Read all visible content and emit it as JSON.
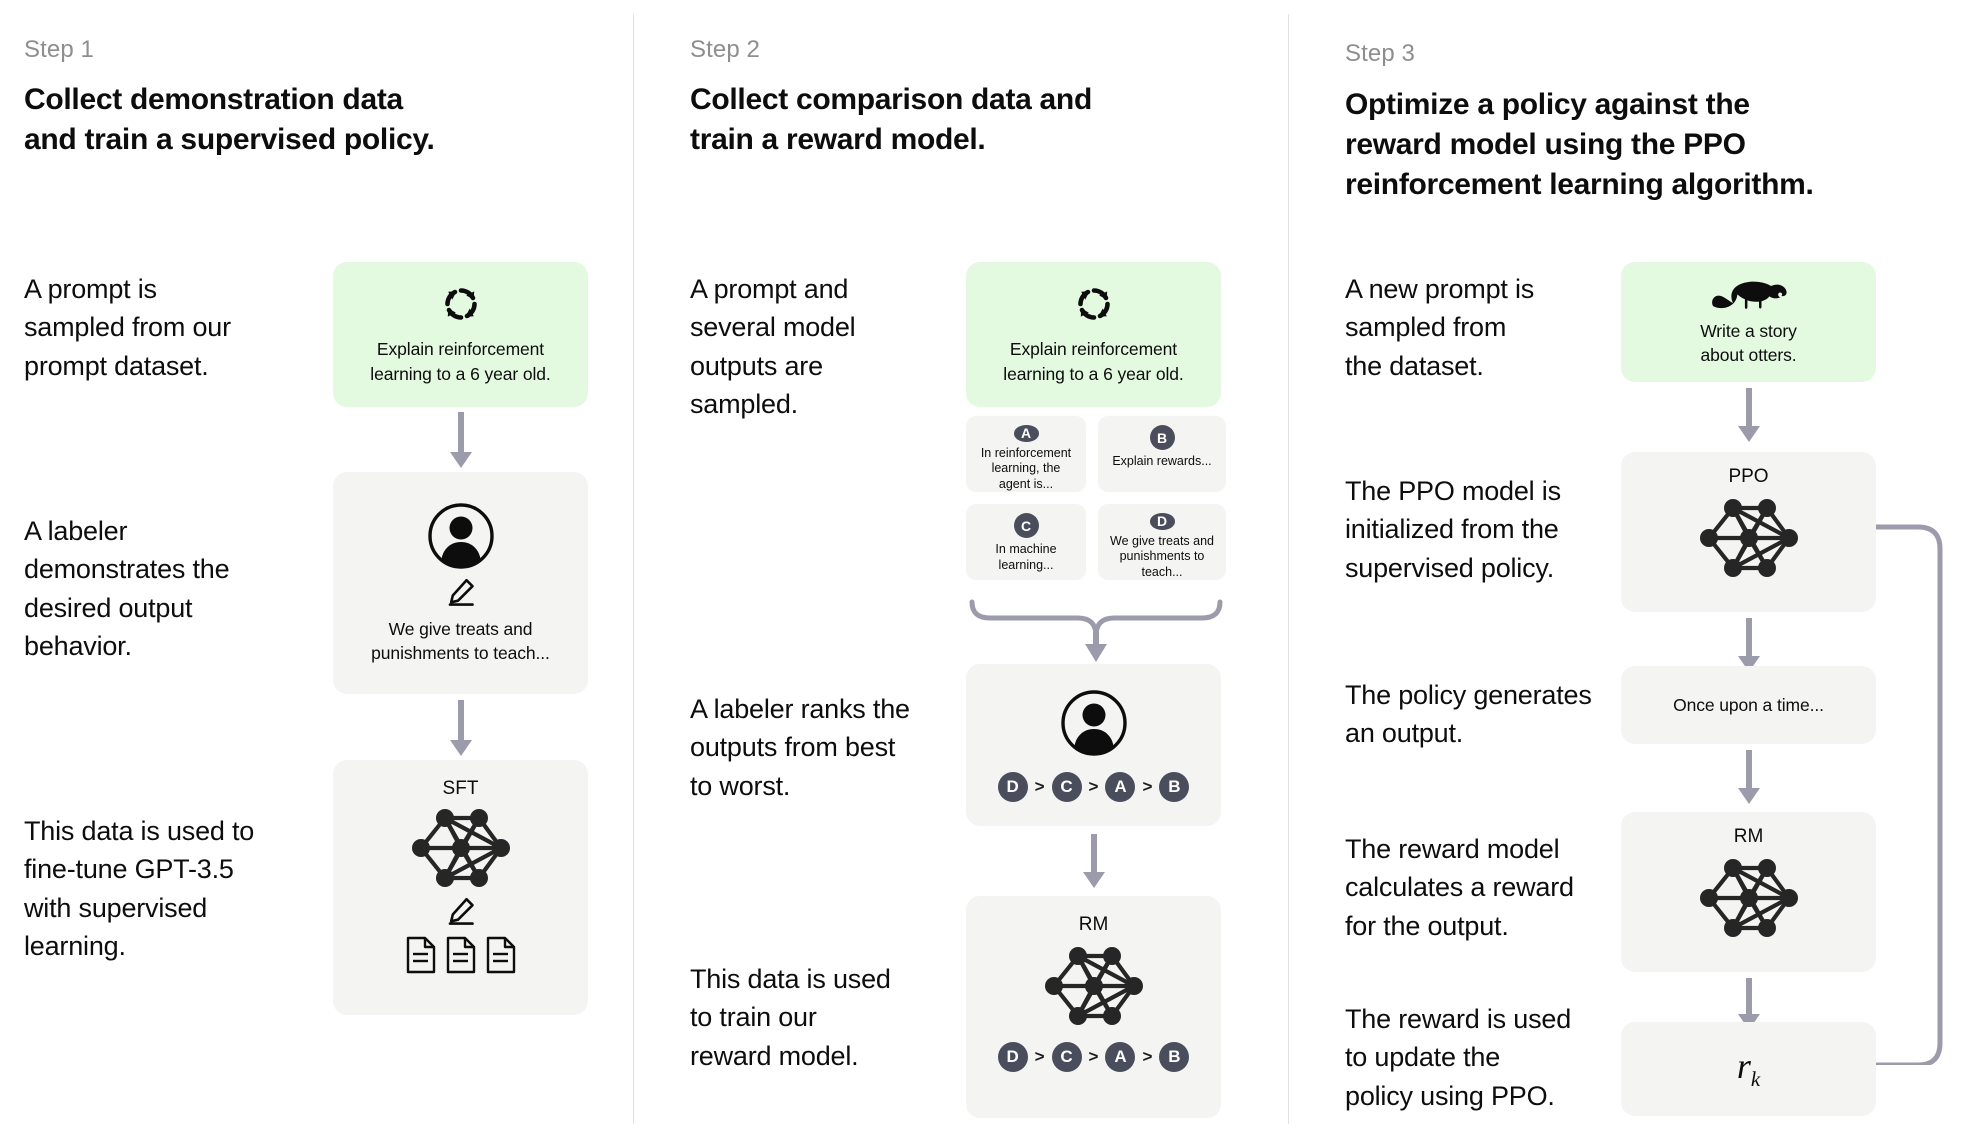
{
  "steps": [
    {
      "label": "Step 1",
      "title": "Collect demonstration data\nand train a supervised policy.",
      "descriptions": [
        "A prompt is\nsampled from our\nprompt dataset.",
        "A labeler\ndemonstrates the\ndesired output\nbehavior.",
        "This data is used to\nfine-tune GPT-3.5\nwith supervised\nlearning."
      ],
      "prompt_card": {
        "icon": "refresh-cycle-icon",
        "text": "Explain reinforcement\nlearning to a 6 year old."
      },
      "labeler_card": {
        "icon": "person-avatar-icon",
        "edit_icon": "pencil-icon",
        "text": "We give treats and\npunishments to teach..."
      },
      "model_card": {
        "title": "SFT",
        "icon": "neural-network-icon",
        "edit_icon": "pencil-icon",
        "docs_icon": "document-icon",
        "doc_count": 3
      }
    },
    {
      "label": "Step 2",
      "title": "Collect comparison data and\ntrain a reward model.",
      "descriptions": [
        "A prompt and\nseveral model\noutputs are\nsampled.",
        "A labeler ranks the\noutputs from best\nto worst.",
        "This data is used\nto train our\nreward model."
      ],
      "prompt_card": {
        "icon": "refresh-cycle-icon",
        "text": "Explain reinforcement\nlearning to a 6 year old."
      },
      "options": [
        {
          "badge": "A",
          "text": "In reinforcement\nlearning, the\nagent is..."
        },
        {
          "badge": "B",
          "text": "Explain rewards..."
        },
        {
          "badge": "C",
          "text": "In machine\nlearning..."
        },
        {
          "badge": "D",
          "text": "We give treats and\npunishments to\nteach..."
        }
      ],
      "labeler_card": {
        "icon": "person-avatar-icon",
        "ranking": [
          "D",
          "C",
          "A",
          "B"
        ],
        "separator": ">"
      },
      "model_card": {
        "title": "RM",
        "icon": "neural-network-icon",
        "ranking": [
          "D",
          "C",
          "A",
          "B"
        ],
        "separator": ">"
      }
    },
    {
      "label": "Step 3",
      "title": "Optimize a policy against the\nreward model using the PPO\nreinforcement learning algorithm.",
      "descriptions": [
        "A new prompt is\nsampled from\nthe dataset.",
        "The PPO model is\ninitialized from the\nsupervised policy.",
        "The policy generates\nan output.",
        "The reward model\ncalculates a reward\nfor the output.",
        "The reward is used\nto update the\npolicy using PPO."
      ],
      "prompt_card": {
        "icon": "otter-icon",
        "text": "Write a story\nabout otters."
      },
      "ppo_card": {
        "title": "PPO",
        "icon": "neural-network-icon"
      },
      "output_card": {
        "text": "Once upon a time..."
      },
      "rm_card": {
        "title": "RM",
        "icon": "neural-network-icon"
      },
      "reward_card": {
        "symbol": "r",
        "subscript": "k"
      }
    }
  ],
  "colors": {
    "prompt_card_bg": "#e3fae1",
    "card_bg": "#f4f4f2",
    "badge_bg": "#4a4e5c",
    "arrow": "#9b9bab",
    "divider": "#e2e2e2",
    "text": "#0d0d0d",
    "step_label": "#8e8e8e"
  }
}
